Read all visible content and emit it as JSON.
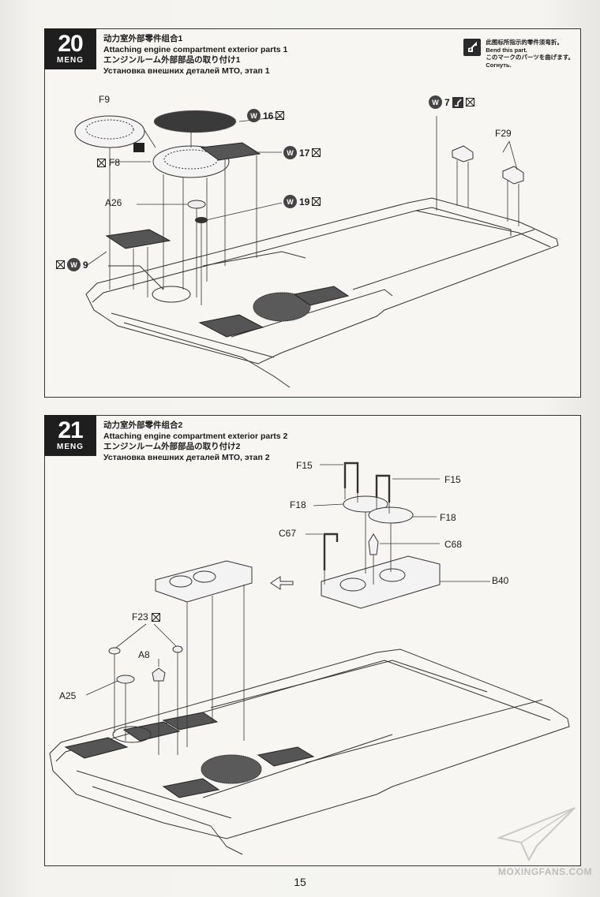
{
  "brand": "MENG",
  "page_number": "15",
  "watermark": "MOXINGFANS.COM",
  "bend_note": {
    "zh": "此图标所指示的零件须弯折。",
    "en": "Bend this part.",
    "ja": "このマークのパーツを曲げます。",
    "ru": "Согнуть."
  },
  "steps": [
    {
      "number": "20",
      "title_zh": "动力室外部零件组合1",
      "title_en": "Attaching engine compartment exterior parts 1",
      "title_ja": "エンジンルーム外部部品の取り付け1",
      "title_ru": "Установка внешних деталей МТО, этап 1",
      "labels": {
        "f9": "F9",
        "f8": "F8",
        "a26": "A26",
        "f29": "F29",
        "w16": "16",
        "w17": "17",
        "w19": "19",
        "w9": "9",
        "w7": "7",
        "w_letter": "W"
      }
    },
    {
      "number": "21",
      "title_zh": "动力室外部零件组合2",
      "title_en": "Attaching engine compartment exterior parts 2",
      "title_ja": "エンジンルーム外部部品の取り付け2",
      "title_ru": "Установка внешних деталей МТО, этап 2",
      "labels": {
        "f15a": "F15",
        "f15b": "F15",
        "f18a": "F18",
        "f18b": "F18",
        "c67": "C67",
        "c68": "C68",
        "b40": "B40",
        "f23": "F23",
        "a8": "A8",
        "a25": "A25"
      }
    }
  ]
}
